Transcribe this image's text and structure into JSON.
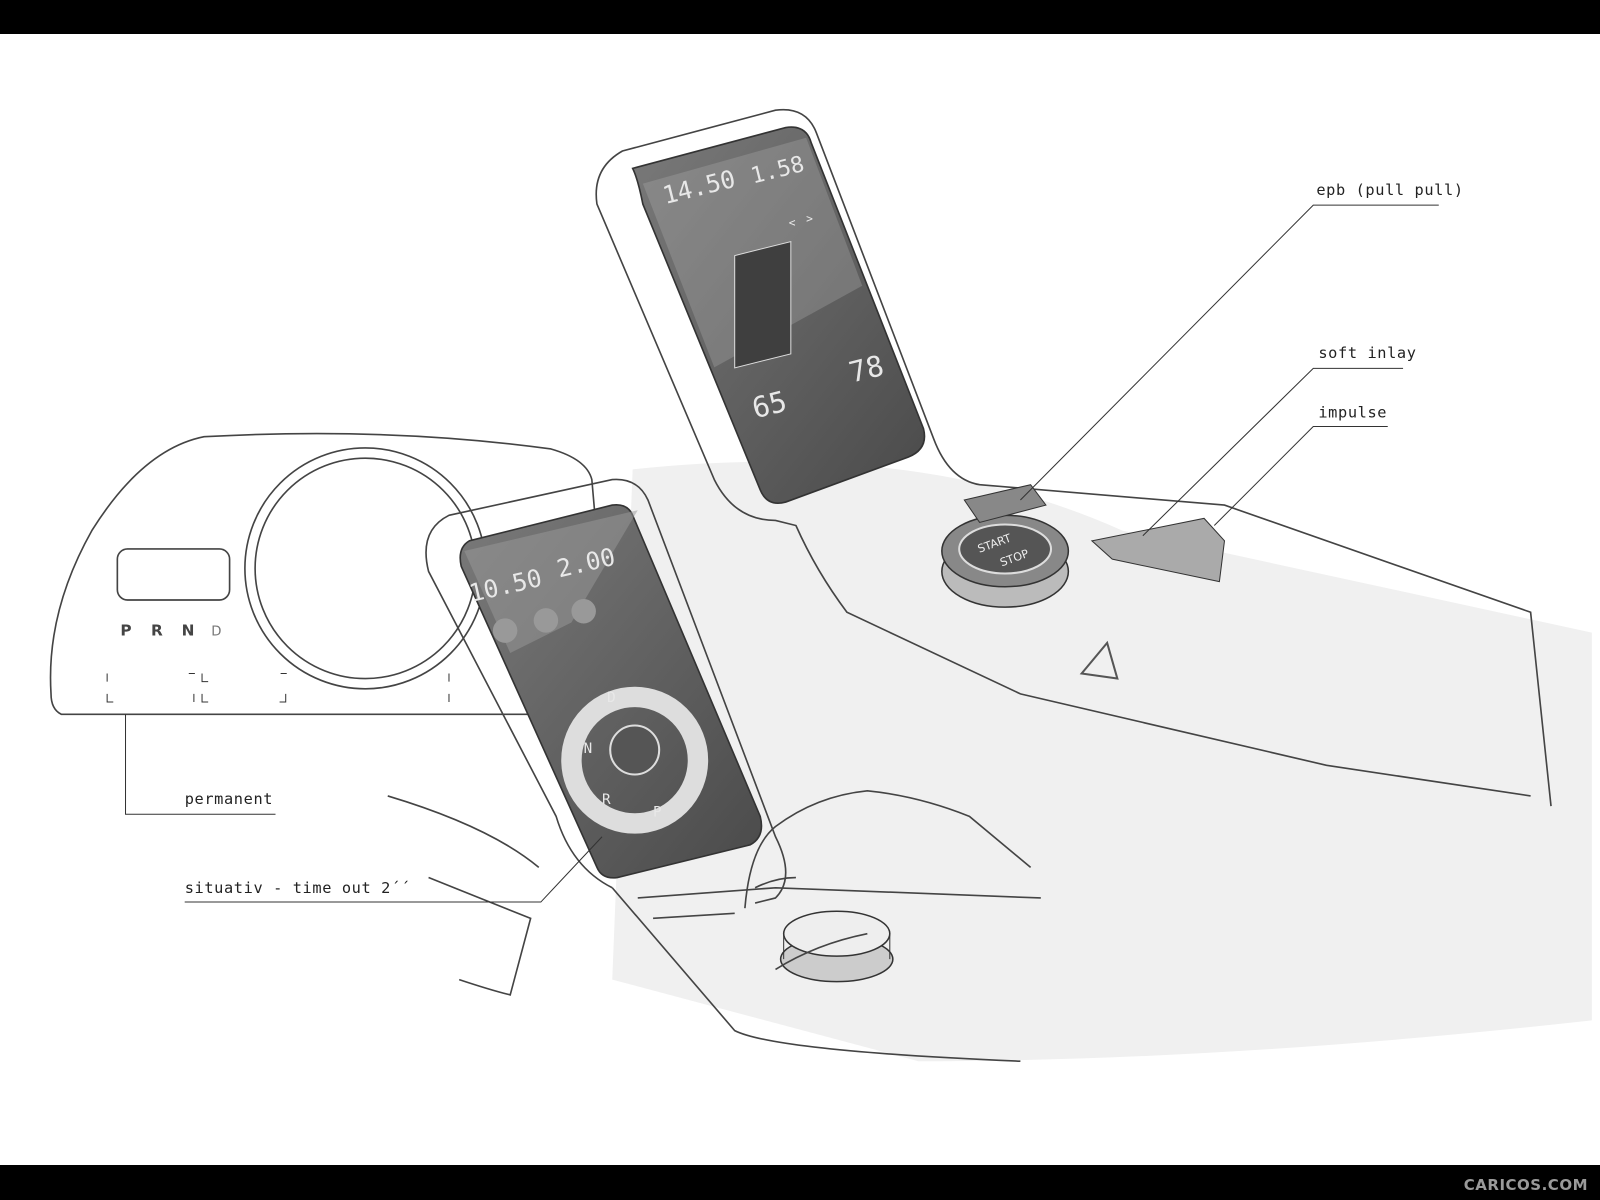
{
  "annotations": {
    "epb": "epb (pull pull)",
    "soft_inlay": "soft inlay",
    "impulse": "impulse",
    "permanent": "permanent",
    "situativ": "situativ - time out 2´´"
  },
  "cluster": {
    "gears": [
      "P",
      "R",
      "N",
      "D"
    ]
  },
  "upper_display": {
    "time": "14.50",
    "secondary": "1.58",
    "left_temp": "65",
    "right_temp": "78",
    "nav_prev": "<",
    "nav_next": ">"
  },
  "lower_display": {
    "main_value": "10.50",
    "secondary_value": "2.00",
    "selector_gears": [
      "D",
      "N",
      "R",
      "P"
    ]
  },
  "start_stop": {
    "top": "START",
    "bottom": "STOP"
  },
  "watermark": "CARICOS.COM"
}
